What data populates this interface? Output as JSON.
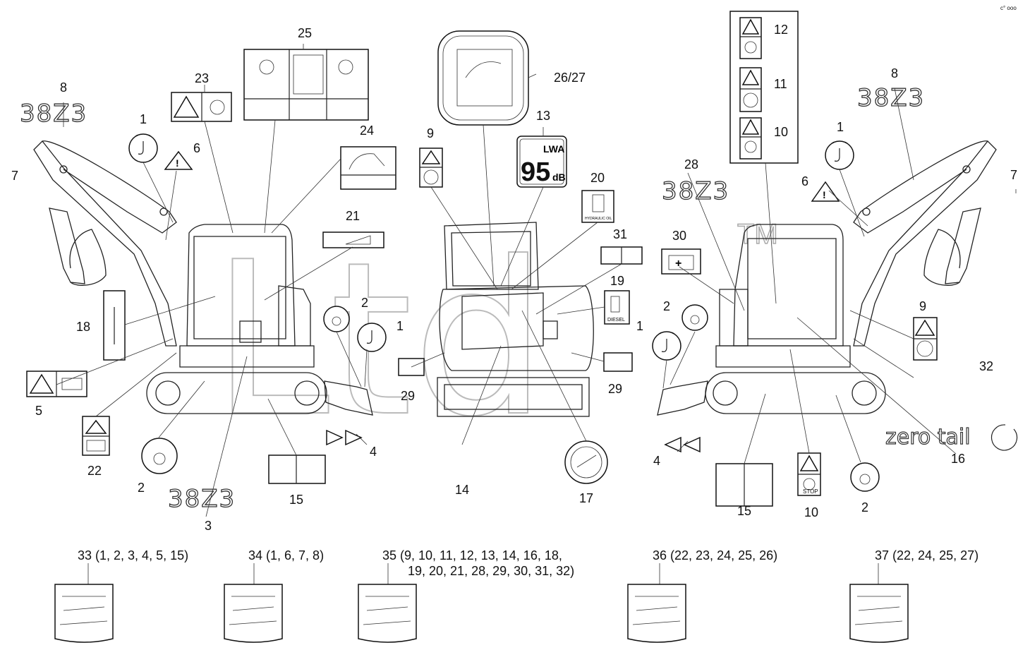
{
  "corner_mark": "c° ooo",
  "watermark": "Ltd",
  "watermark_tm": "TM",
  "model_text": "38Z3",
  "sound_label": {
    "unit": "LWA",
    "value": "95",
    "suffix": "dB"
  },
  "hydraulic_label": "HYDRAULIC OIL",
  "diesel_label": "DIESEL",
  "stop_label": "STOP",
  "logo_text": "zero tail",
  "callouts": {
    "c1a": "1",
    "c1b": "1",
    "c1c": "1",
    "c1d": "1",
    "c2a": "2",
    "c2b": "2",
    "c2c": "2",
    "c2d": "2",
    "c3": "3",
    "c4a": "4",
    "c4b": "4",
    "c5": "5",
    "c6a": "6",
    "c6b": "6",
    "c7a": "7",
    "c7b": "7",
    "c8a": "8",
    "c8b": "8",
    "c9a": "9",
    "c9b": "9",
    "c10a": "10",
    "c10b": "10",
    "c11": "11",
    "c12": "12",
    "c13": "13",
    "c14": "14",
    "c15a": "15",
    "c15b": "15",
    "c16": "16",
    "c17": "17",
    "c18": "18",
    "c19": "19",
    "c20": "20",
    "c21": "21",
    "c22": "22",
    "c23": "23",
    "c24": "24",
    "c25": "25",
    "c2627": "26/27",
    "c28": "28",
    "c29a": "29",
    "c29b": "29",
    "c30": "30",
    "c31": "31",
    "c32": "32"
  },
  "kits": [
    {
      "line1": "33 (1, 2, 3, 4, 5, 15)",
      "line2": ""
    },
    {
      "line1": "34 (1, 6, 7, 8)",
      "line2": ""
    },
    {
      "line1": "35 (9, 10, 11, 12, 13, 14, 16, 18,",
      "line2": "19, 20, 21, 28, 29, 30, 31, 32)"
    },
    {
      "line1": "36 (22, 23, 24, 25, 26)",
      "line2": ""
    },
    {
      "line1": "37 (22, 24, 25, 27)",
      "line2": ""
    }
  ]
}
